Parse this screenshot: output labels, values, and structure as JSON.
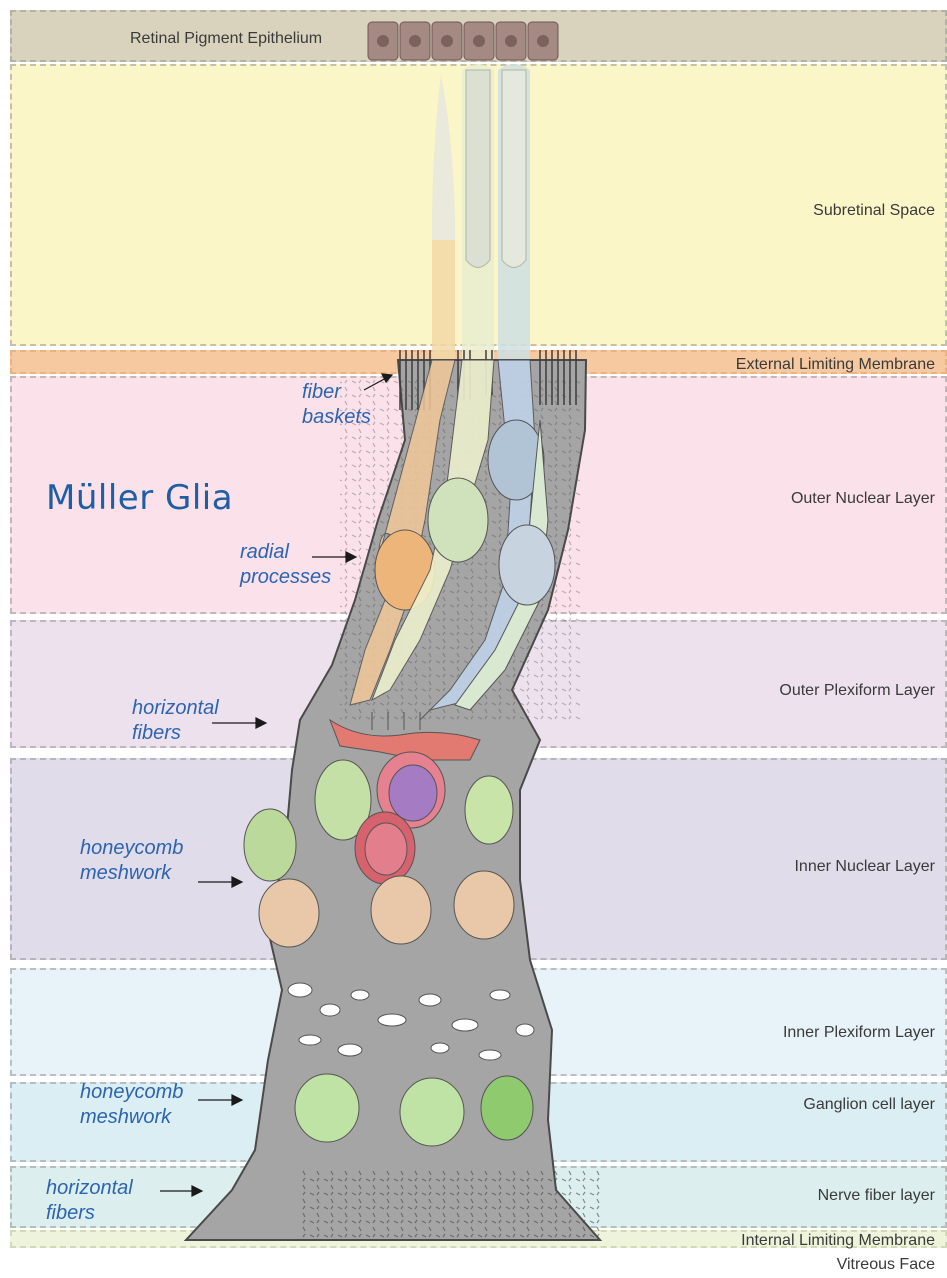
{
  "title": "Müller Glia",
  "layers": {
    "rpe": "Retinal Pigment Epithelium",
    "subretinal": "Subretinal Space",
    "elm": "External Limiting Membrane",
    "onl": "Outer Nuclear Layer",
    "opl": "Outer Plexiform Layer",
    "inl": "Inner Nuclear Layer",
    "ipl": "Inner Plexiform Layer",
    "gcl": "Ganglion cell layer",
    "nfl": "Nerve fiber layer",
    "ilm": "Internal Limiting Membrane",
    "vitreous": "Vitreous Face"
  },
  "annotations": {
    "fiber_baskets": [
      "fiber",
      "baskets"
    ],
    "radial_processes": [
      "radial",
      "processes"
    ],
    "horizontal_fibers_top": [
      "horizontal",
      "fibers"
    ],
    "honeycomb_top": [
      "honeycomb",
      "meshwork"
    ],
    "honeycomb_bottom": [
      "honeycomb",
      "meshwork"
    ],
    "horizontal_fibers_bottom": [
      "horizontal",
      "fibers"
    ]
  },
  "colors": {
    "rpe_band": "#d9d3be",
    "subretinal_band": "#fbf6c8",
    "elm_band": "#f7c9a0",
    "onl_band": "#fbe1ea",
    "opl_band": "#eee1ee",
    "inl_band": "#e0dcea",
    "ipl_band": "#e8f3f9",
    "gcl_band": "#daeef3",
    "nfl_band": "#dcefee",
    "ilm_band": "#eef4dc",
    "muller_glia": "#a5a5a5",
    "annotation_text": "#2c64b0"
  }
}
